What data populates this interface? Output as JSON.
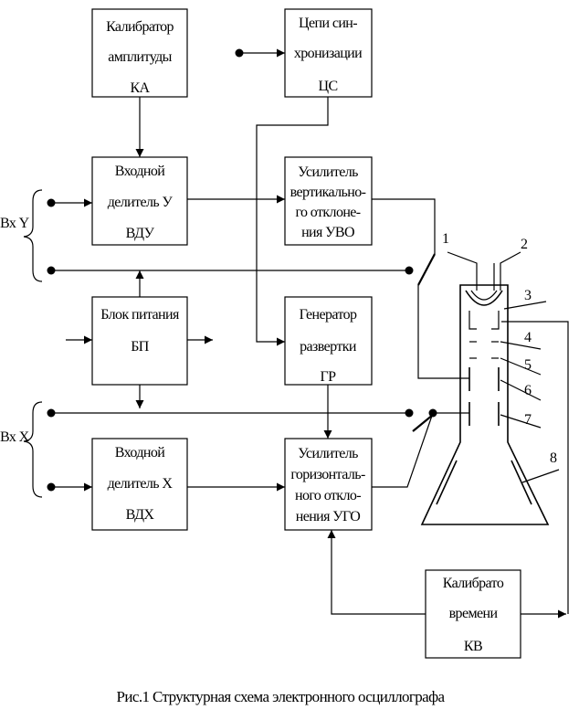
{
  "blocks": {
    "ka": {
      "lines": [
        "Калибратор",
        "амплитуды",
        "КА"
      ]
    },
    "cs": {
      "lines": [
        "Цепи син-",
        "хронизации",
        "ЦС"
      ]
    },
    "vdu": {
      "lines": [
        "Входной",
        "делитель У",
        "ВДУ"
      ]
    },
    "uvo": {
      "lines": [
        "Усилитель",
        "вертикально-",
        "го отклоне-",
        "ния УВО"
      ]
    },
    "bp": {
      "lines": [
        "Блок питания",
        "БП"
      ]
    },
    "gr": {
      "lines": [
        "Генератор",
        "развертки",
        "ГР"
      ]
    },
    "vdx": {
      "lines": [
        "Входной",
        "делитель Х",
        "ВДХ"
      ]
    },
    "ugo": {
      "lines": [
        "Усилитель",
        "горизонталь-",
        "ного откло-",
        "нения УГО"
      ]
    },
    "kv": {
      "lines": [
        "Калибрато",
        "времени",
        "КВ"
      ]
    }
  },
  "inputs": {
    "y": "Вх Y",
    "x": "Вх X"
  },
  "tube_labels": [
    "1",
    "2",
    "3",
    "4",
    "5",
    "6",
    "7",
    "8"
  ],
  "caption": "Рис.1 Структурная схема электронного осциллографа"
}
